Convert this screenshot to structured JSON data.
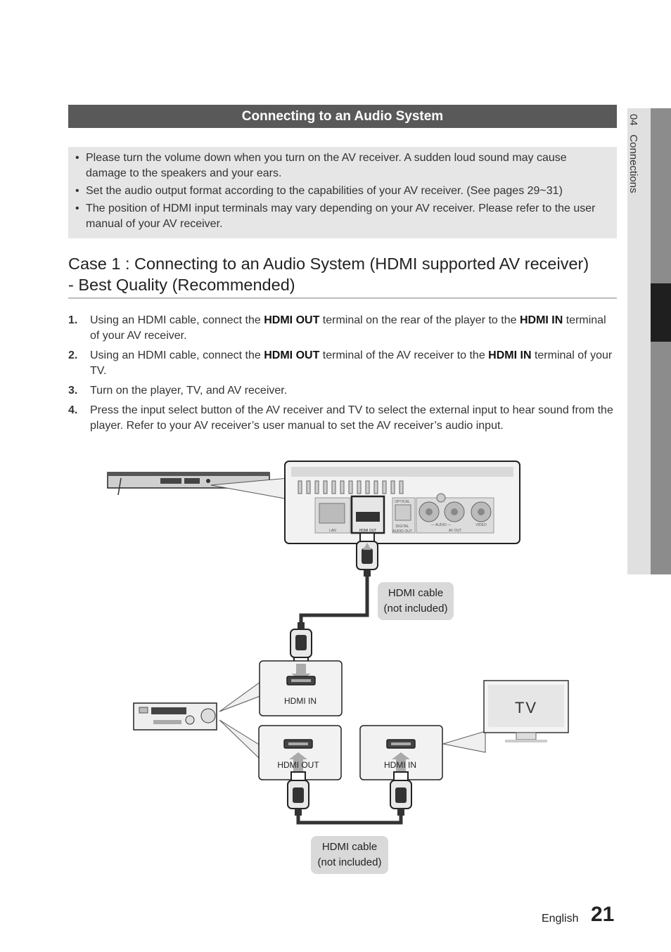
{
  "section_title": "Connecting to an Audio System",
  "notes": [
    "Please turn the volume down when you turn on the AV receiver. A sudden loud sound may cause damage to the speakers and your ears.",
    "Set the audio output format according to the capabilities of your AV receiver. (See pages 29~31)",
    "The position of HDMI input terminals may vary depending on your AV receiver. Please refer to the user manual of your AV receiver."
  ],
  "case_title_line1": "Case 1 : Connecting to an Audio System (HDMI supported AV receiver)",
  "case_title_line2": "- Best Quality (Recommended)",
  "steps": [
    {
      "num": "1.",
      "a": "Using an HDMI cable, connect the ",
      "b1": "HDMI OUT",
      "c": " terminal on the rear of the player to the ",
      "b2": "HDMI IN",
      "d": " terminal of your AV receiver."
    },
    {
      "num": "2.",
      "a": "Using an HDMI cable, connect the ",
      "b1": "HDMI OUT",
      "c": " terminal of the AV receiver to the ",
      "b2": "HDMI IN",
      "d": " terminal of your TV."
    },
    {
      "num": "3.",
      "text": "Turn on the player, TV, and AV receiver."
    },
    {
      "num": "4.",
      "text": "Press the input select button of the AV receiver and TV to select the external input to hear sound from the player. Refer to your AV receiver’s user manual to set the AV receiver’s audio input."
    }
  ],
  "diagram": {
    "panel_labels": {
      "lan": "LAN",
      "hdmi_out": "HDMI OUT",
      "optical": "OPTICAL",
      "digital_audio_out_1": "DIGITAL",
      "digital_audio_out_2": "AUDIO OUT",
      "audio": "— AUDIO —",
      "video": "VIDEO",
      "av_out": "AV OUT"
    },
    "cable_label_1_line1": "HDMI cable",
    "cable_label_1_line2": "(not included)",
    "cable_label_2_line1": "HDMI cable",
    "cable_label_2_line2": "(not included)",
    "receiver_hdmi_in": "HDMI IN",
    "receiver_hdmi_out": "HDMI OUT",
    "tv_hdmi_in": "HDMI IN",
    "tv_label": "TV"
  },
  "side_tab": {
    "number": "04",
    "label": "Connections"
  },
  "footer": {
    "language": "English",
    "page": "21"
  }
}
